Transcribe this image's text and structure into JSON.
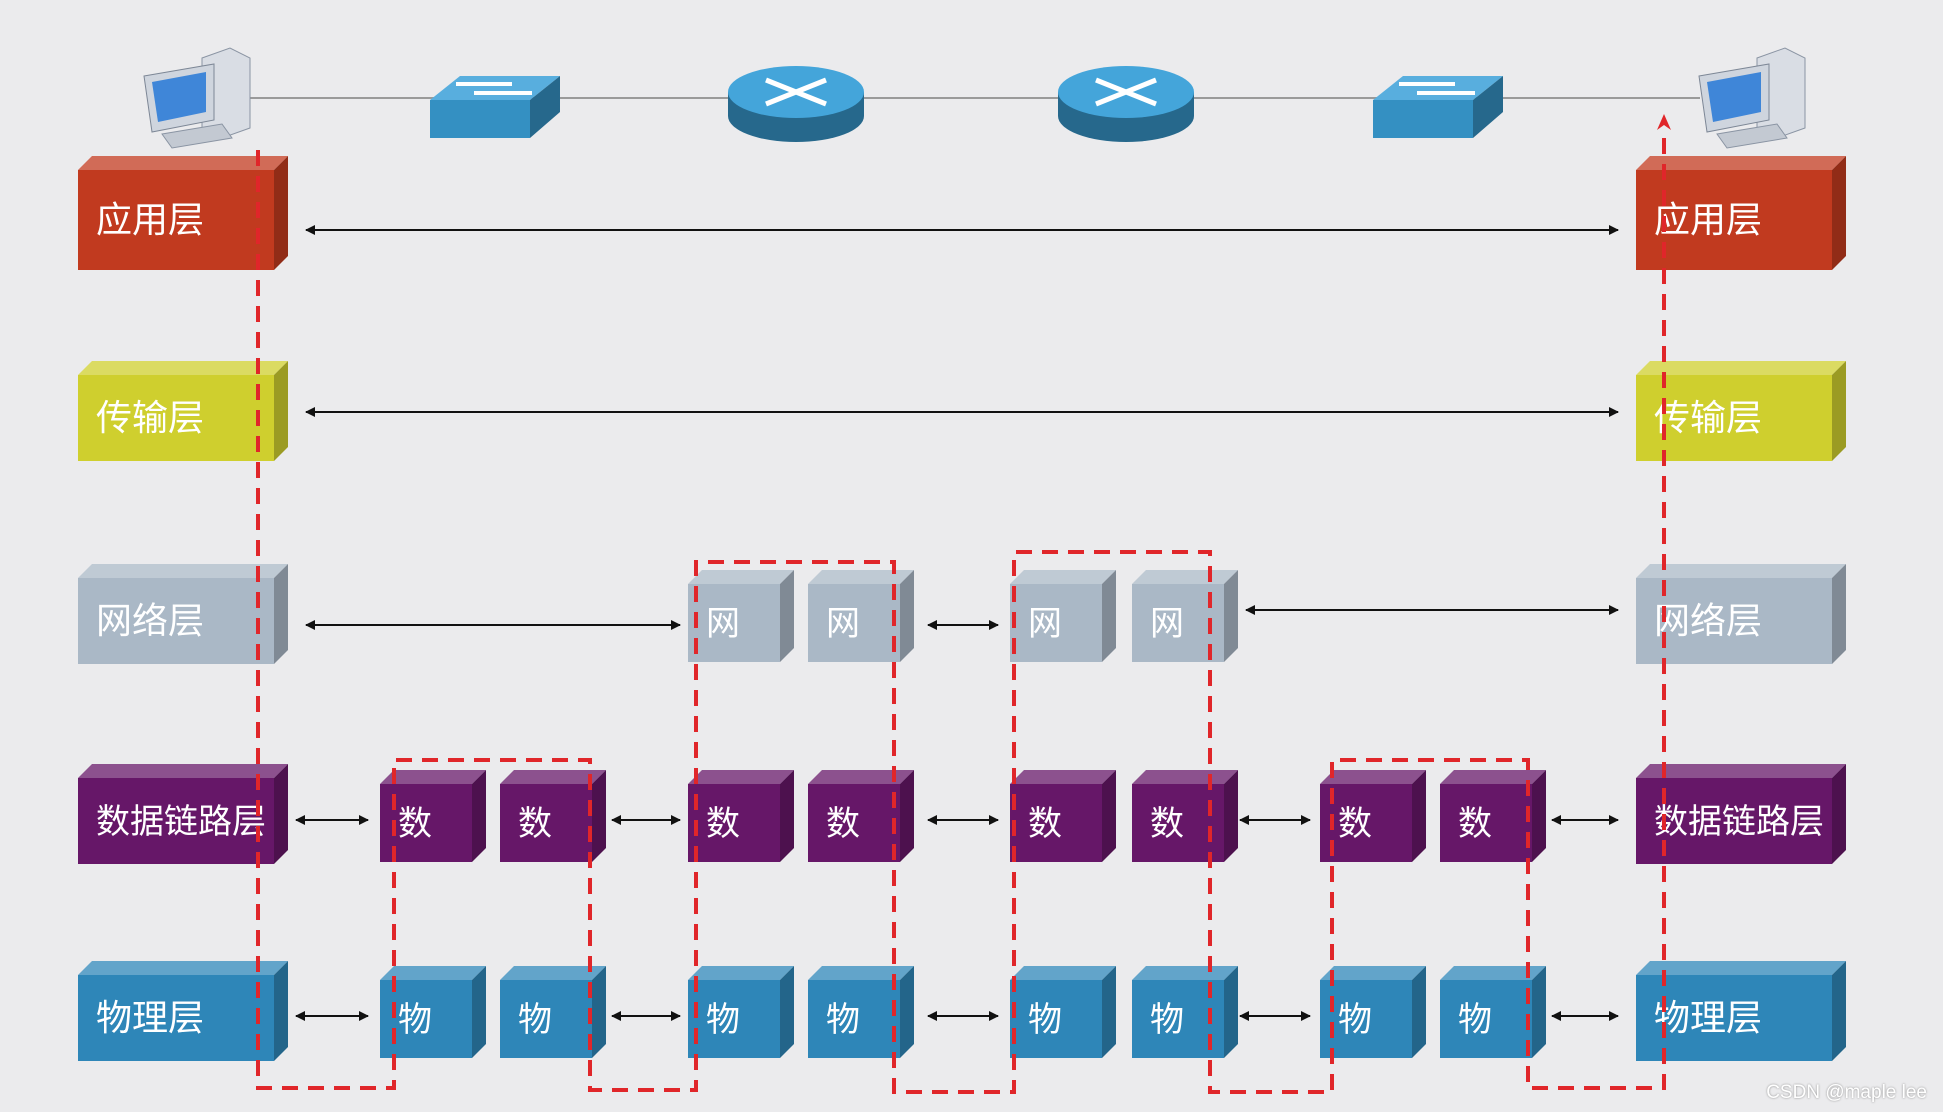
{
  "colors": {
    "app": "#c13a1f",
    "transport": "#cfcf2e",
    "network": "#aab8c6",
    "datalink": "#661768",
    "physical": "#2e86b8",
    "arrow": "#111111",
    "path": "#e0262a",
    "device_blue": "#3aa0d8"
  },
  "devices": [
    {
      "kind": "host",
      "icon": "computer-icon"
    },
    {
      "kind": "switch",
      "icon": "switch-icon"
    },
    {
      "kind": "router",
      "icon": "router-icon"
    },
    {
      "kind": "router",
      "icon": "router-icon"
    },
    {
      "kind": "switch",
      "icon": "switch-icon"
    },
    {
      "kind": "host",
      "icon": "computer-icon"
    }
  ],
  "layers": {
    "application": {
      "left": "应用层",
      "right": "应用层"
    },
    "transport": {
      "left": "传输层",
      "right": "传输层"
    },
    "network": {
      "left": "网络层",
      "right": "网络层",
      "short": "网"
    },
    "datalink": {
      "left": "数据链路层",
      "right": "数据链路层",
      "short": "数"
    },
    "physical": {
      "left": "物理层",
      "right": "物理层",
      "short": "物"
    }
  },
  "watermark": "CSDN @maple lee"
}
